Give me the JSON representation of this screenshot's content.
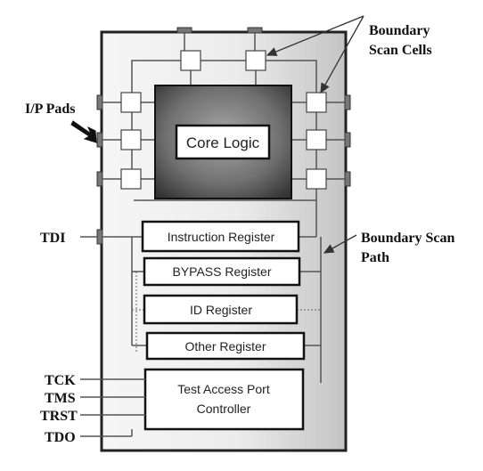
{
  "labels": {
    "boundary_scan_cells_line1": "Boundary",
    "boundary_scan_cells_line2": "Scan Cells",
    "ip_pads": "I/P Pads",
    "boundary_scan_path_line1": "Boundary Scan",
    "boundary_scan_path_line2": "Path",
    "tdi": "TDI",
    "tck": "TCK",
    "tms": "TMS",
    "trst": "TRST",
    "tdo": "TDO"
  },
  "blocks": {
    "core_logic": "Core Logic",
    "instruction_register": "Instruction Register",
    "bypass_register": "BYPASS Register",
    "id_register": "ID Register",
    "other_register": "Other Register",
    "tap_controller_line1": "Test Access Port",
    "tap_controller_line2": "Controller"
  },
  "colors": {
    "chip_body_light": "#f4f4f4",
    "chip_body_dark": "#c8c8c8",
    "core_dark": "#3a3a3a",
    "core_light": "#9a9a9a",
    "lines": "#555555"
  }
}
